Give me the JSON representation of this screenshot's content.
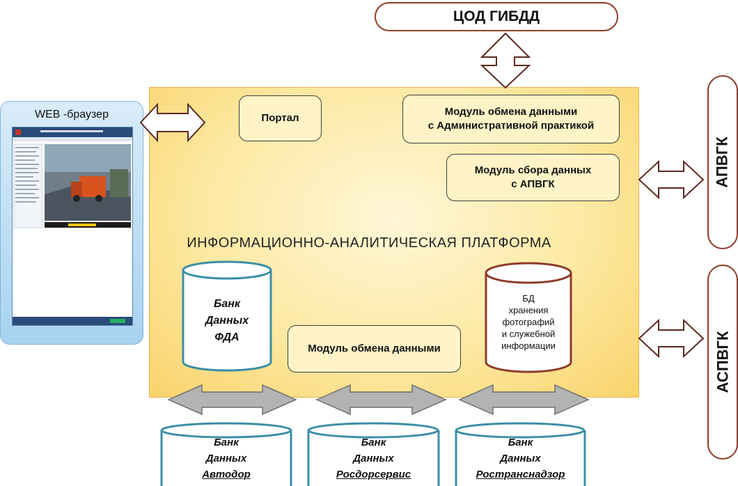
{
  "top": {
    "label": "ЦОД ГИБДД"
  },
  "browser": {
    "label": "WEB -браузер"
  },
  "modules": {
    "portal": "Портал",
    "admin_exchange": [
      "Модуль  обмена  данными",
      "с Административной практикой"
    ],
    "collect": [
      "Модуль сбора данных",
      "с АПВГК"
    ],
    "exchange": "Модуль обмена данными"
  },
  "platform": {
    "title": "ИНФОРМАЦИОННО-АНАЛИТИЧЕСКАЯ  ПЛАТФОРМА"
  },
  "db_fda": {
    "lines": [
      "Банк",
      "Данных",
      "ФДА"
    ]
  },
  "db_photo": {
    "lines": [
      "БД",
      "хранения",
      "фотографий",
      "и служебной",
      "информации"
    ]
  },
  "external_dbs": [
    {
      "lines": [
        "Банк",
        "Данных",
        "Автодор"
      ]
    },
    {
      "lines": [
        "Банк",
        "Данных",
        "Росдорсервис"
      ]
    },
    {
      "lines": [
        "Банк",
        "Данных",
        "Ространснадзор"
      ]
    }
  ],
  "right": {
    "apvgk": "АПВГК",
    "aspvgk": "АСПВГК"
  },
  "colors": {
    "platform": "#fde9a3",
    "border_brown": "#8c3b2a",
    "db_border": "#3b8ea5",
    "gray_arrow": "#b3b3b3",
    "browser": "#bcdcf3"
  }
}
